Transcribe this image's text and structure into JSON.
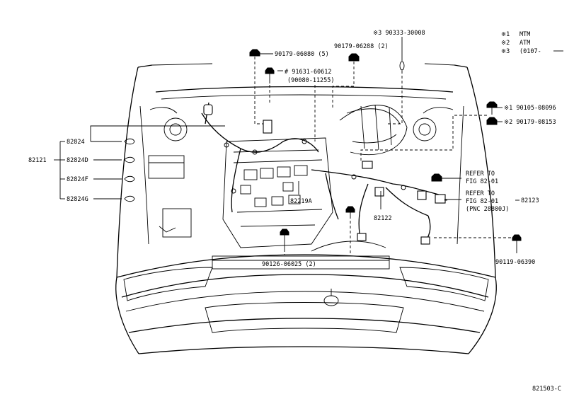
{
  "legend": {
    "items": [
      {
        "mark": "※1",
        "text": "MTM"
      },
      {
        "mark": "※2",
        "text": "ATM"
      },
      {
        "mark": "※3",
        "text": "(0107-"
      }
    ]
  },
  "callouts": {
    "p90179_06080": "90179-06080 (5)",
    "p90179_06288": "90179-06288 (2)",
    "p90333_30008": "※3 90333-30008",
    "p91631_60612": "# 91631-60612",
    "p90080_11255": "(90080-11255)",
    "p90105_08096": "※1 90105-08096",
    "p90179_08153": "※2 90179-08153",
    "p82824": "82824",
    "p82121": "82121",
    "p82824D": "82824D",
    "p82824F": "82824F",
    "p82824G": "82824G",
    "p82219A": "82219A",
    "p82122": "82122",
    "p82123": "82123",
    "p90126_06025": "90126-06025 (2)",
    "p90119_06390": "90119-06390",
    "refer1_line1": "REFER TO",
    "refer1_line2": "FIG 82-01",
    "refer2_line1": "REFER TO",
    "refer2_line2": "FIG 82-01",
    "refer2_line3": "(PNC 28800J)"
  },
  "illustration_code": "821503-C"
}
